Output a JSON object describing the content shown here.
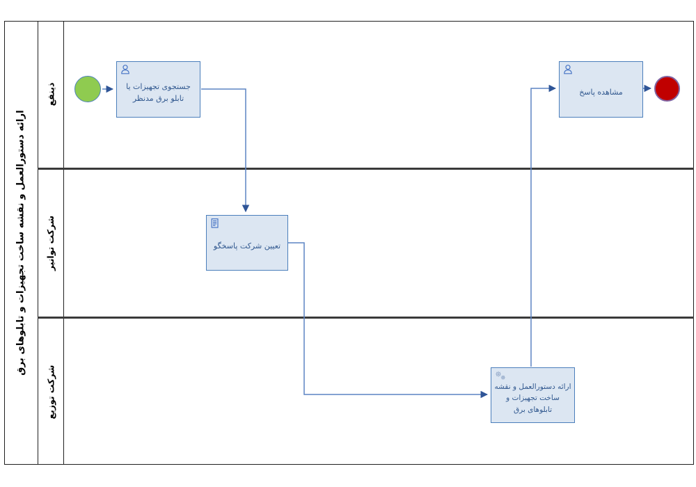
{
  "pool": {
    "title": "ارائه دستورالعمل و نقشه ساخت تجهیزات و تابلوهای برق"
  },
  "lanes": [
    {
      "label": "ذینفع"
    },
    {
      "label": "شرکت توانیر"
    },
    {
      "label": "شرکت توزیع"
    }
  ],
  "nodes": {
    "start_event": {
      "type": "start-event",
      "lane": "ذینفع",
      "color": "#8fcb50"
    },
    "task_search": {
      "label": "جستجوی تجهیزات یا تابلو برق مدنظر",
      "icon": "user-icon",
      "lane": "ذینفع"
    },
    "task_assign": {
      "label": "تعیین شرکت پاسخگو",
      "icon": "document-icon",
      "lane": "شرکت توانیر"
    },
    "task_provide": {
      "label": "ارائه دستورالعمل و نقشه ساخت تجهیزات و تابلوهای برق",
      "icon": "gears-icon",
      "lane": "شرکت توزیع"
    },
    "task_view": {
      "label": "مشاهده پاسخ",
      "icon": "user-icon",
      "lane": "ذینفع"
    },
    "end_event": {
      "type": "end-event",
      "lane": "ذینفع",
      "color": "#c00000"
    }
  },
  "flows": [
    {
      "from": "start_event",
      "to": "task_search"
    },
    {
      "from": "task_search",
      "to": "task_assign"
    },
    {
      "from": "task_assign",
      "to": "task_provide"
    },
    {
      "from": "task_provide",
      "to": "task_view"
    },
    {
      "from": "task_view",
      "to": "end_event"
    }
  ],
  "colors": {
    "task_fill": "#dce6f2",
    "task_border": "#4a7ebb",
    "task_text": "#31588f",
    "connector": "#5b84c4",
    "arrowhead": "#2f5597",
    "start_fill": "#8fcb50",
    "start_border": "#4f81bd",
    "end_fill": "#c00000",
    "end_border": "#8064a2",
    "lane_divider": "#3a3a3a",
    "frame": "#1f1f1f"
  }
}
